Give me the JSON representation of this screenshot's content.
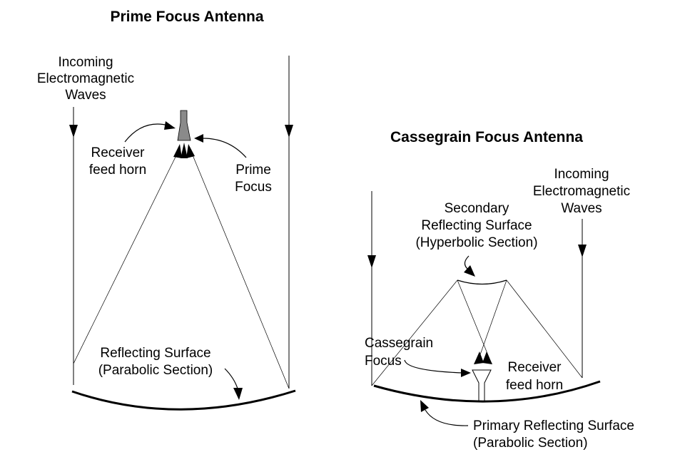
{
  "prime": {
    "title": "Prime Focus Antenna",
    "incoming": [
      "Incoming",
      "Electromagnetic",
      "Waves"
    ],
    "receiver": [
      "Receiver",
      "feed horn"
    ],
    "focus": [
      "Prime",
      "Focus"
    ],
    "reflecting": [
      "Reflecting Surface",
      "(Parabolic Section)"
    ]
  },
  "cassegrain": {
    "title": "Cassegrain Focus Antenna",
    "incoming": [
      "Incoming",
      "Electromagnetic",
      "Waves"
    ],
    "secondary": [
      "Secondary",
      "Reflecting Surface",
      "(Hyperbolic Section)"
    ],
    "focus": [
      "Cassegrain",
      "Focus"
    ],
    "receiver": [
      "Receiver",
      "feed horn"
    ],
    "primary": [
      "Primary Reflecting Surface",
      "(Parabolic Section)"
    ]
  },
  "colors": {
    "horn_prime": "#8a8a8a",
    "horn_cass": "#ffffff",
    "line": "#000000"
  }
}
